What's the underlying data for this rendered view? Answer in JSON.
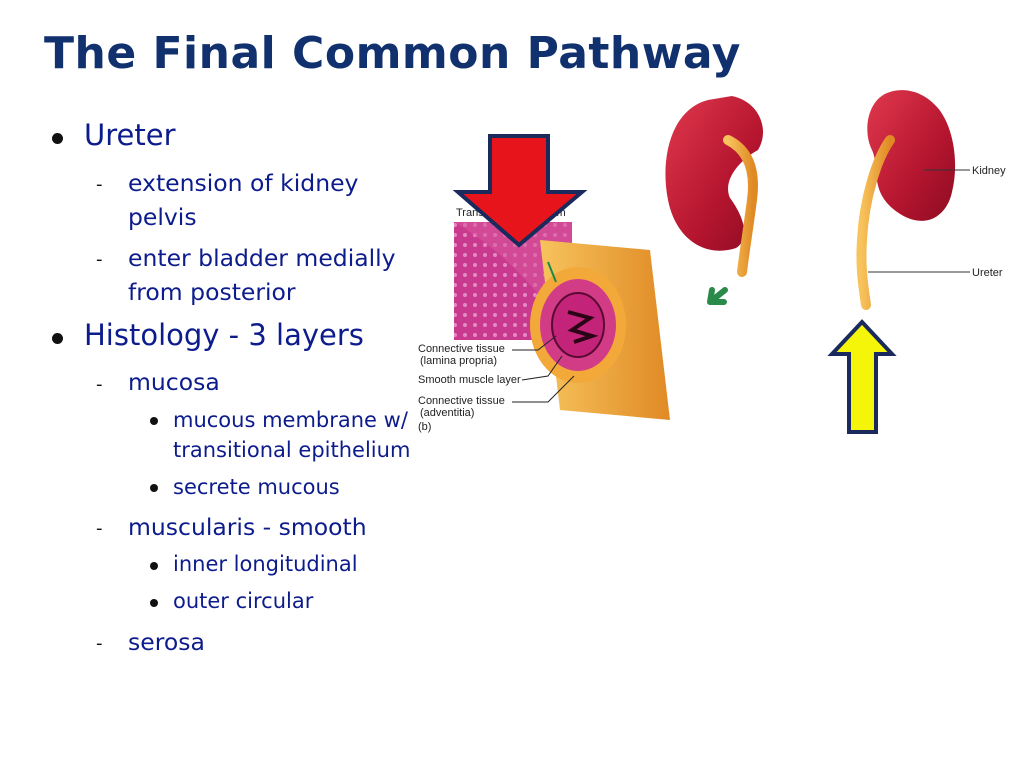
{
  "slide": {
    "title": "The Final Common Pathway",
    "bullets": [
      {
        "text": "Ureter",
        "children": [
          {
            "lines": [
              "extension of kidney",
              "pelvis"
            ]
          },
          {
            "lines": [
              "enter bladder medially",
              "from posterior"
            ]
          }
        ]
      },
      {
        "text": "Histology - 3 layers",
        "children": [
          {
            "text": "mucosa",
            "children": [
              {
                "lines": [
                  "mucous membrane w/",
                  "transitional epithelium"
                ]
              },
              {
                "lines": [
                  "secrete mucous"
                ]
              }
            ]
          },
          {
            "text": "muscularis - smooth",
            "children": [
              {
                "lines": [
                  "inner longitudinal"
                ]
              },
              {
                "lines": [
                  "outer circular"
                ]
              }
            ]
          },
          {
            "text": "serosa"
          }
        ]
      }
    ]
  },
  "figure": {
    "histology_labels": {
      "transitional_epithelium": "Transitional epithelium",
      "connective_tissue_1": "Connective tissue",
      "connective_tissue_1b": "(lamina propria)",
      "smooth_muscle": "Smooth muscle layer",
      "connective_tissue_2": "Connective tissue",
      "connective_tissue_2b": "(adventitia)",
      "panel_letter": "(b)"
    },
    "kidney_labels": {
      "kidney": "Kidney",
      "ureter": "Ureter"
    },
    "colors": {
      "red_arrow": "#e8141b",
      "yellow_arrow": "#f5f50a",
      "arrow_outline": "#1a2a5c",
      "kidney": "#c41a36",
      "ureter": "#f2a93a",
      "green_arrow": "#2a8a4a"
    }
  }
}
